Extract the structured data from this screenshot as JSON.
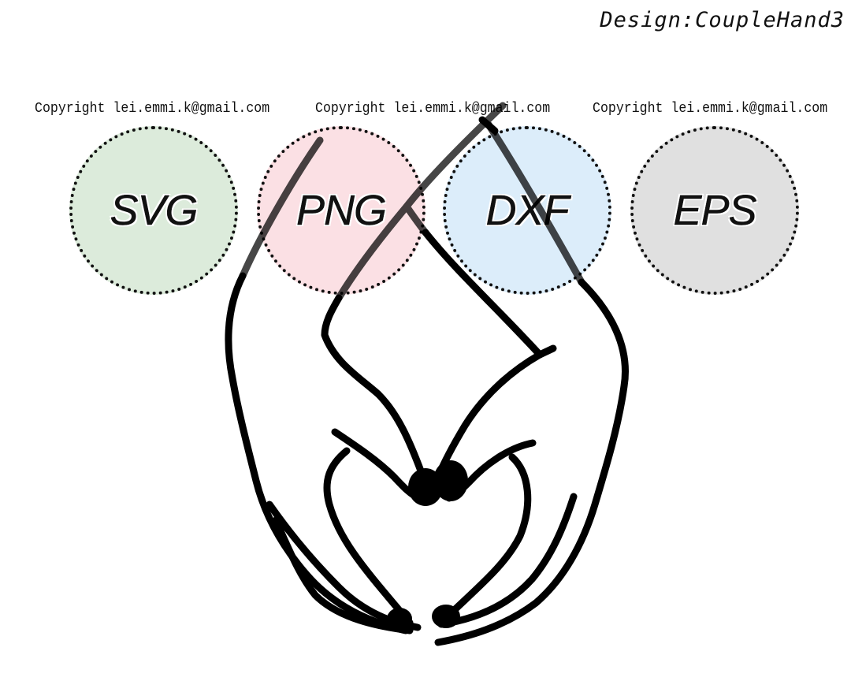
{
  "header": {
    "design_title": "Design:CoupleHand3"
  },
  "copyrights": [
    "Copyright lei.emmi.k@gmail.com",
    "Copyright lei.emmi.k@gmail.com",
    "Copyright lei.emmi.k@gmail.com"
  ],
  "formats": [
    {
      "label": "SVG",
      "color": "#dcebdb"
    },
    {
      "label": "PNG",
      "color": "#fbe0e4"
    },
    {
      "label": "DXF",
      "color": "#dcedfa"
    },
    {
      "label": "EPS",
      "color": "#e0e0e0"
    }
  ],
  "artwork": {
    "icon": "couple-hands-heart-line-art",
    "stroke_color": "#000000"
  }
}
